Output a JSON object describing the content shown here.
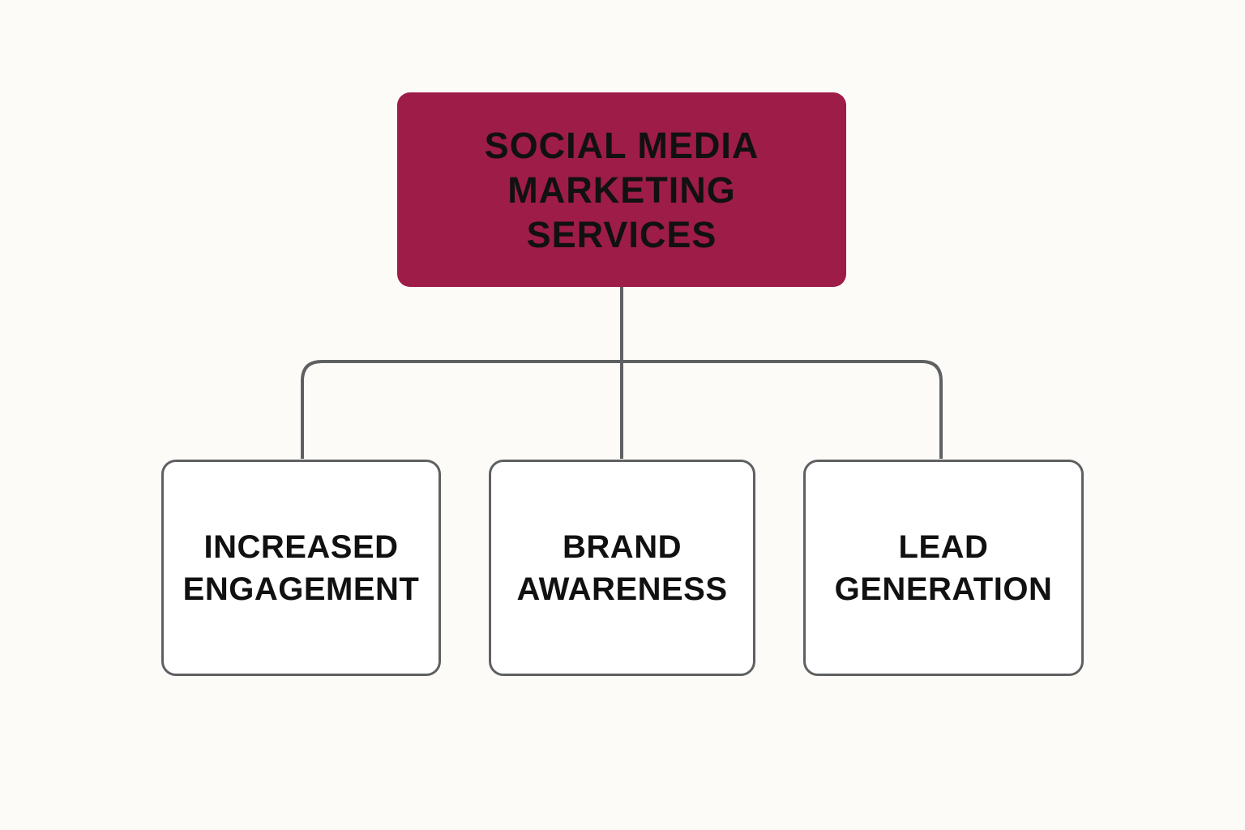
{
  "root": {
    "lines": [
      "SOCIAL MEDIA",
      "MARKETING",
      "SERVICES"
    ],
    "fill_color": "#9e1c48"
  },
  "children": [
    {
      "lines": [
        "INCREASED",
        "ENGAGEMENT"
      ]
    },
    {
      "lines": [
        "BRAND",
        "AWARENESS"
      ]
    },
    {
      "lines": [
        "LEAD",
        "GENERATION"
      ]
    }
  ],
  "colors": {
    "background": "#fcfbf8",
    "connector": "#5f6062",
    "child_border": "#5f6062",
    "text": "#111111"
  }
}
